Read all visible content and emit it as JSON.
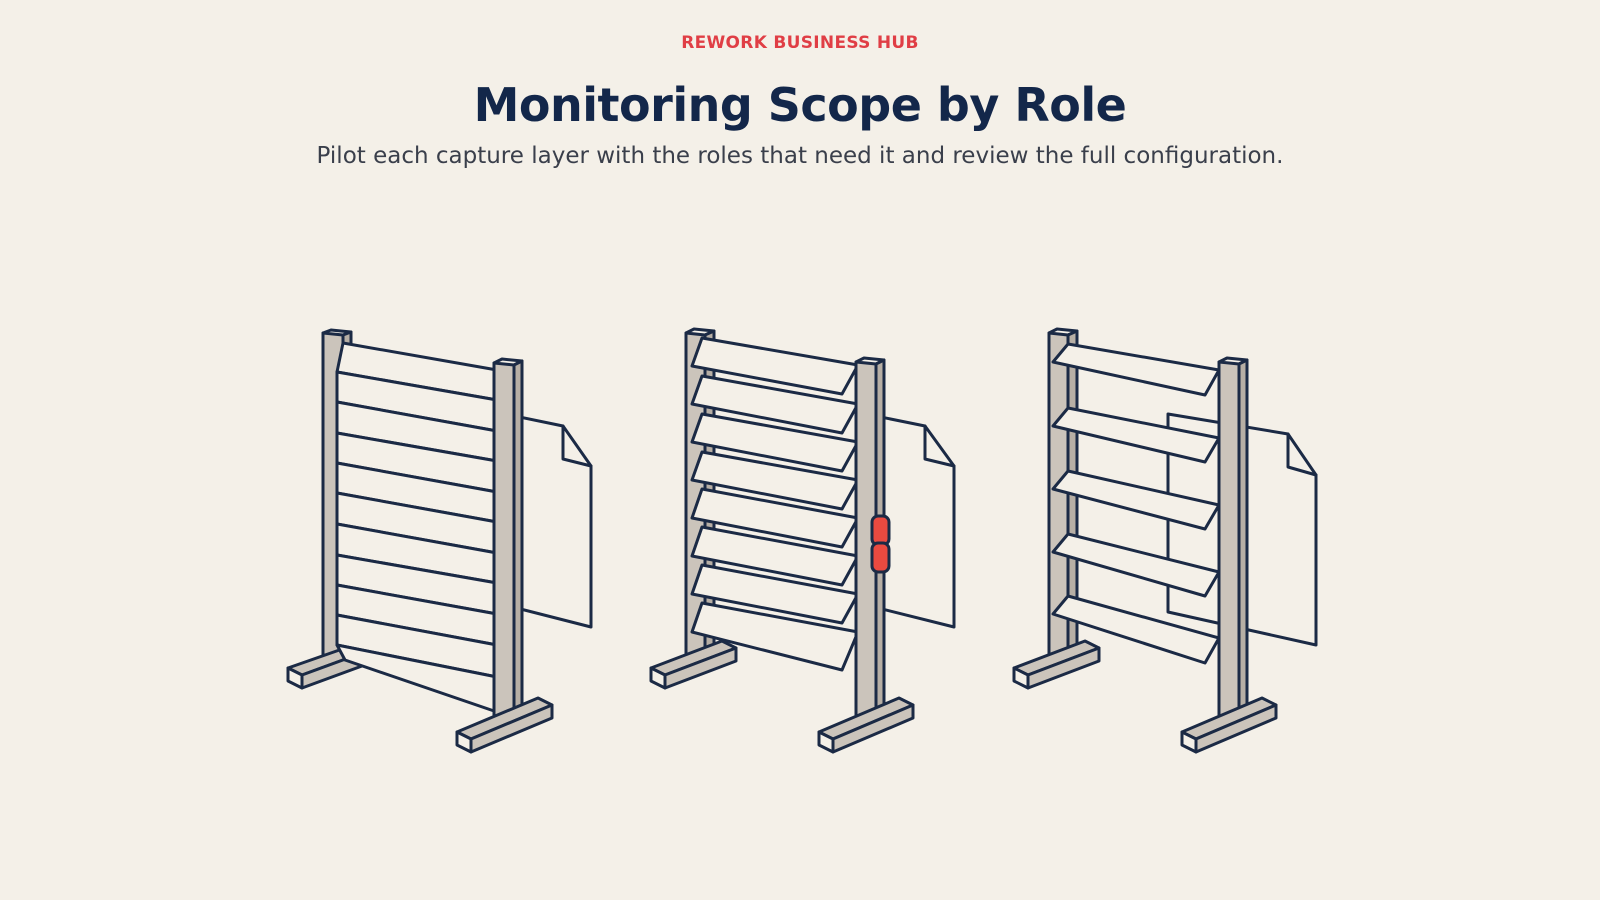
{
  "header": {
    "eyebrow": "REWORK BUSINESS HUB",
    "title": "Monitoring Scope by Role",
    "subtitle": "Pilot each capture layer with the roles that need it and review the full configuration."
  },
  "colors": {
    "background": "#f4f0e8",
    "ink": "#1b2a45",
    "post": "#cbc4bb",
    "slat": "#f4f0e8",
    "accent": "#ea4a40"
  },
  "illustrations": [
    {
      "name": "closed-louver-panel",
      "slats": 11,
      "state": "closed"
    },
    {
      "name": "locked-angled-louver-panel",
      "slats": 8,
      "state": "angled",
      "lock": true
    },
    {
      "name": "open-louver-panel",
      "slats": 5,
      "state": "open"
    }
  ]
}
